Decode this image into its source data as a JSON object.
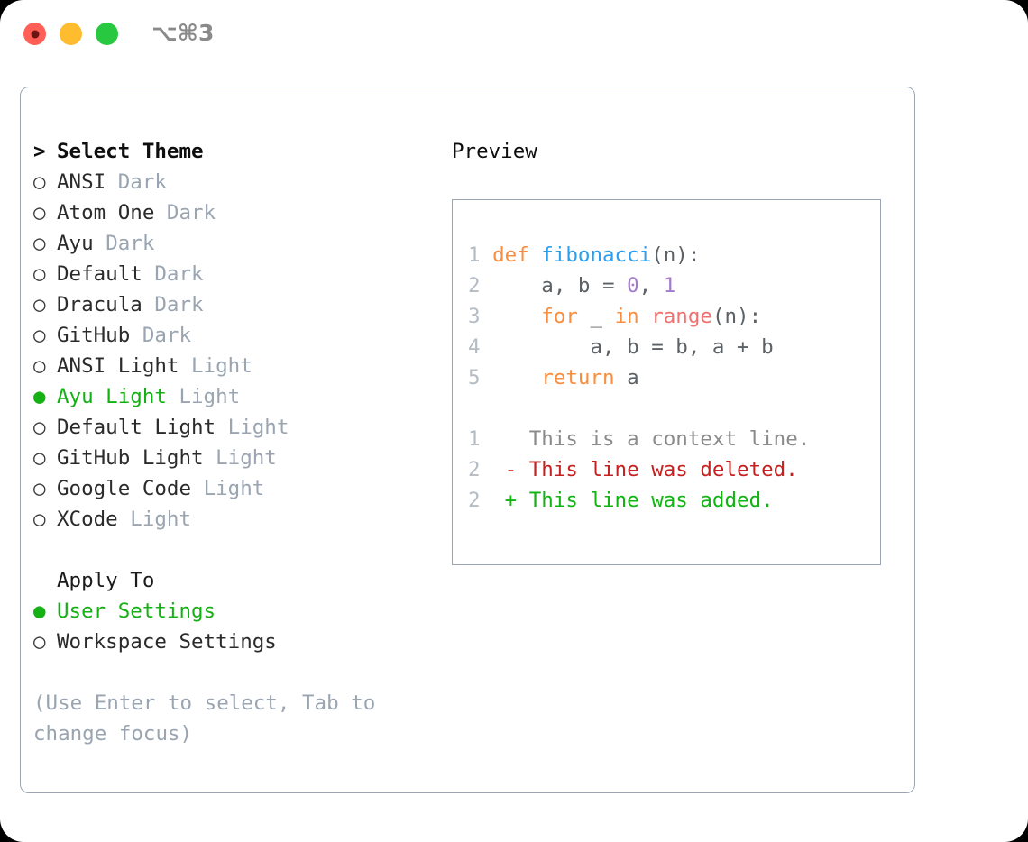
{
  "titlebar": {
    "shortcut": "⌥⌘3",
    "dots": [
      {
        "name": "close",
        "color": "#ff5f56"
      },
      {
        "name": "minimize",
        "color": "#febc2e"
      },
      {
        "name": "maximize",
        "color": "#28c840"
      }
    ]
  },
  "theme_picker": {
    "heading_marker": ">",
    "heading": "Select Theme",
    "items": [
      {
        "marker": "○",
        "label": "ANSI",
        "tag": "Dark",
        "selected": false
      },
      {
        "marker": "○",
        "label": "Atom One",
        "tag": "Dark",
        "selected": false
      },
      {
        "marker": "○",
        "label": "Ayu",
        "tag": "Dark",
        "selected": false
      },
      {
        "marker": "○",
        "label": "Default",
        "tag": "Dark",
        "selected": false
      },
      {
        "marker": "○",
        "label": "Dracula",
        "tag": "Dark",
        "selected": false
      },
      {
        "marker": "○",
        "label": "GitHub",
        "tag": "Dark",
        "selected": false
      },
      {
        "marker": "○",
        "label": "ANSI Light",
        "tag": "Light",
        "selected": false
      },
      {
        "marker": "●",
        "label": "Ayu Light",
        "tag": "Light",
        "selected": true
      },
      {
        "marker": "○",
        "label": "Default Light",
        "tag": "Light",
        "selected": false
      },
      {
        "marker": "○",
        "label": "GitHub Light",
        "tag": "Light",
        "selected": false
      },
      {
        "marker": "○",
        "label": "Google Code",
        "tag": "Light",
        "selected": false
      },
      {
        "marker": "○",
        "label": "XCode",
        "tag": "Light",
        "selected": false
      }
    ]
  },
  "apply_to": {
    "heading": "Apply To",
    "items": [
      {
        "marker": "●",
        "label": "User Settings",
        "selected": true
      },
      {
        "marker": "○",
        "label": "Workspace Settings",
        "selected": false
      }
    ]
  },
  "hint": "(Use Enter to select, Tab to change focus)",
  "preview": {
    "title": "Preview",
    "code_lines": [
      {
        "number": "1",
        "tokens": [
          {
            "text": "def ",
            "type": "kw"
          },
          {
            "text": "fibonacci",
            "type": "fn"
          },
          {
            "text": "(n):",
            "type": "punc"
          }
        ]
      },
      {
        "number": "2",
        "tokens": [
          {
            "text": "    a, b = ",
            "type": "plain"
          },
          {
            "text": "0",
            "type": "num"
          },
          {
            "text": ", ",
            "type": "plain"
          },
          {
            "text": "1",
            "type": "num"
          }
        ]
      },
      {
        "number": "3",
        "tokens": [
          {
            "text": "    ",
            "type": "plain"
          },
          {
            "text": "for",
            "type": "kw"
          },
          {
            "text": " _ ",
            "type": "plain"
          },
          {
            "text": "in",
            "type": "kw"
          },
          {
            "text": " ",
            "type": "plain"
          },
          {
            "text": "range",
            "type": "bi"
          },
          {
            "text": "(n):",
            "type": "punc"
          }
        ]
      },
      {
        "number": "4",
        "tokens": [
          {
            "text": "        a, b = b, a + b",
            "type": "plain"
          }
        ]
      },
      {
        "number": "5",
        "tokens": [
          {
            "text": "    ",
            "type": "plain"
          },
          {
            "text": "return",
            "type": "kw"
          },
          {
            "text": " a",
            "type": "plain"
          }
        ]
      }
    ],
    "diff_lines": [
      {
        "number": "1",
        "sign": " ",
        "text": " This is a context line.",
        "type": "context"
      },
      {
        "number": "2",
        "sign": "-",
        "text": " This line was deleted.",
        "type": "deletion"
      },
      {
        "number": "2",
        "sign": "+",
        "text": " This line was added.",
        "type": "addition"
      }
    ]
  },
  "colors": {
    "accent_green": "#14b014",
    "muted": "#9aa5b1",
    "border": "#9aa5b1",
    "keyword": "#fa8d3e",
    "function": "#2a9ff0",
    "number": "#a37acc",
    "builtin": "#f07171",
    "diff_delete": "#c62121",
    "diff_add": "#11b411"
  }
}
